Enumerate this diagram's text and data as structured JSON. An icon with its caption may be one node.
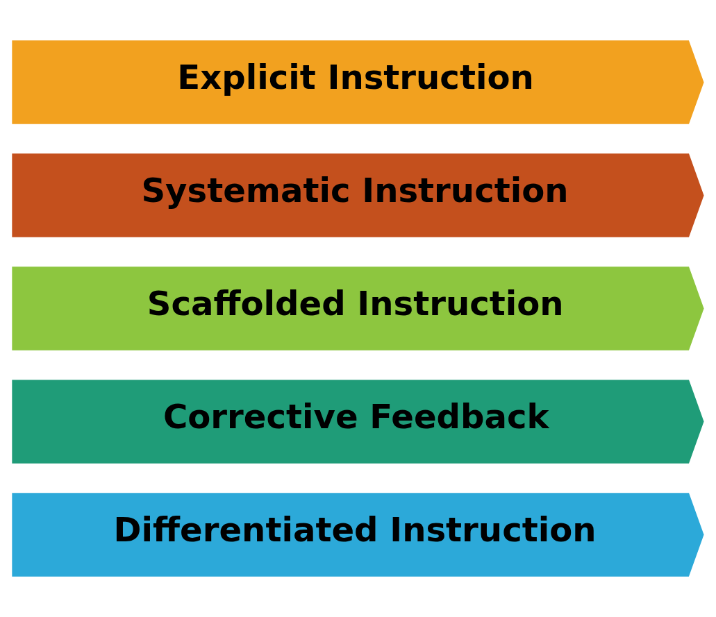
{
  "diagram": {
    "nodes": [
      {
        "text": [
          "Explicit Instruction"
        ]
      },
      {
        "text": [
          "Systematic Instruction"
        ]
      },
      {
        "text": [
          "Scaffolded Instruction"
        ]
      },
      {
        "text": [
          "Corrective Feedback"
        ]
      },
      {
        "text": [
          "Differentiated Instruction"
        ]
      }
    ]
  }
}
